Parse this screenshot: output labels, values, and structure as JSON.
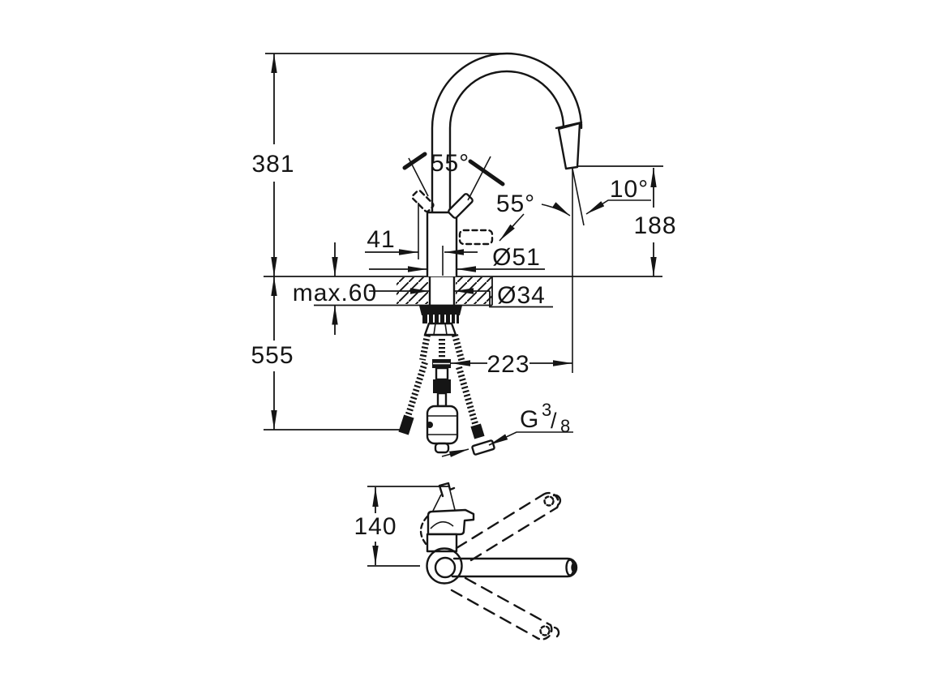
{
  "drawing": {
    "background": "#ffffff",
    "line_color": "#151515",
    "labels": {
      "height_total": "381",
      "height_under": "555",
      "height_spout": "188",
      "counter_max": "max.60",
      "handle_offset": "41",
      "dia_body": "Ø51",
      "dia_hole": "Ø34",
      "spray_reach": "223",
      "angle_handle_tilt": "55°",
      "angle_handle_swivel": "55°",
      "angle_spray": "10°",
      "lever_clearance": "140",
      "thread": {
        "base": "G",
        "numerator": "3",
        "slash": "/",
        "denominator": "8"
      }
    }
  }
}
